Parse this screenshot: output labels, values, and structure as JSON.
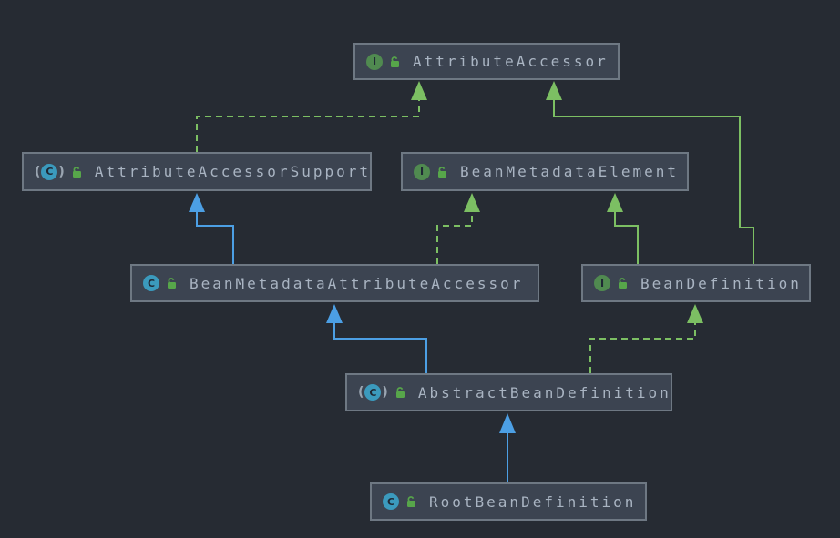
{
  "diagram": {
    "title": "Spring BeanDefinition class hierarchy",
    "colors": {
      "background": "#262B33",
      "node_fill": "#3C4451",
      "node_border": "#6E7883",
      "node_text": "#A9B4C2",
      "interface_edge_green": "#7CBF63",
      "class_extends_blue": "#4C9FE4",
      "interface_icon_green": "#508A50",
      "class_icon_blue": "#3B9ABD",
      "lock_green": "#57A64A"
    },
    "icon_letters": {
      "interface": "I",
      "class": "C",
      "paren_open": "(",
      "paren_close": ")"
    },
    "nodes": [
      {
        "id": "attribute-accessor",
        "label": "AttributeAccessor",
        "kind": "interface",
        "visibility": "public"
      },
      {
        "id": "attribute-accessor-support",
        "label": "AttributeAccessorSupport",
        "kind": "abstract-class",
        "visibility": "public"
      },
      {
        "id": "bean-metadata-element",
        "label": "BeanMetadataElement",
        "kind": "interface",
        "visibility": "public"
      },
      {
        "id": "bean-metadata-attribute-accessor",
        "label": "BeanMetadataAttributeAccessor",
        "kind": "class",
        "visibility": "public"
      },
      {
        "id": "bean-definition",
        "label": "BeanDefinition",
        "kind": "interface",
        "visibility": "public"
      },
      {
        "id": "abstract-bean-definition",
        "label": "AbstractBeanDefinition",
        "kind": "abstract-class",
        "visibility": "public"
      },
      {
        "id": "root-bean-definition",
        "label": "RootBeanDefinition",
        "kind": "class",
        "visibility": "public"
      }
    ],
    "edges": [
      {
        "from": "AttributeAccessorSupport",
        "to": "AttributeAccessor",
        "relation": "implements",
        "style": "dashed",
        "color": "green"
      },
      {
        "from": "BeanDefinition",
        "to": "AttributeAccessor",
        "relation": "extends",
        "style": "solid",
        "color": "green"
      },
      {
        "from": "BeanDefinition",
        "to": "BeanMetadataElement",
        "relation": "extends",
        "style": "solid",
        "color": "green"
      },
      {
        "from": "BeanMetadataAttributeAccessor",
        "to": "AttributeAccessorSupport",
        "relation": "extends",
        "style": "solid",
        "color": "blue"
      },
      {
        "from": "BeanMetadataAttributeAccessor",
        "to": "BeanMetadataElement",
        "relation": "implements",
        "style": "dashed",
        "color": "green"
      },
      {
        "from": "AbstractBeanDefinition",
        "to": "BeanMetadataAttributeAccessor",
        "relation": "extends",
        "style": "solid",
        "color": "blue"
      },
      {
        "from": "AbstractBeanDefinition",
        "to": "BeanDefinition",
        "relation": "implements",
        "style": "dashed",
        "color": "green"
      },
      {
        "from": "RootBeanDefinition",
        "to": "AbstractBeanDefinition",
        "relation": "extends",
        "style": "solid",
        "color": "blue"
      }
    ]
  }
}
